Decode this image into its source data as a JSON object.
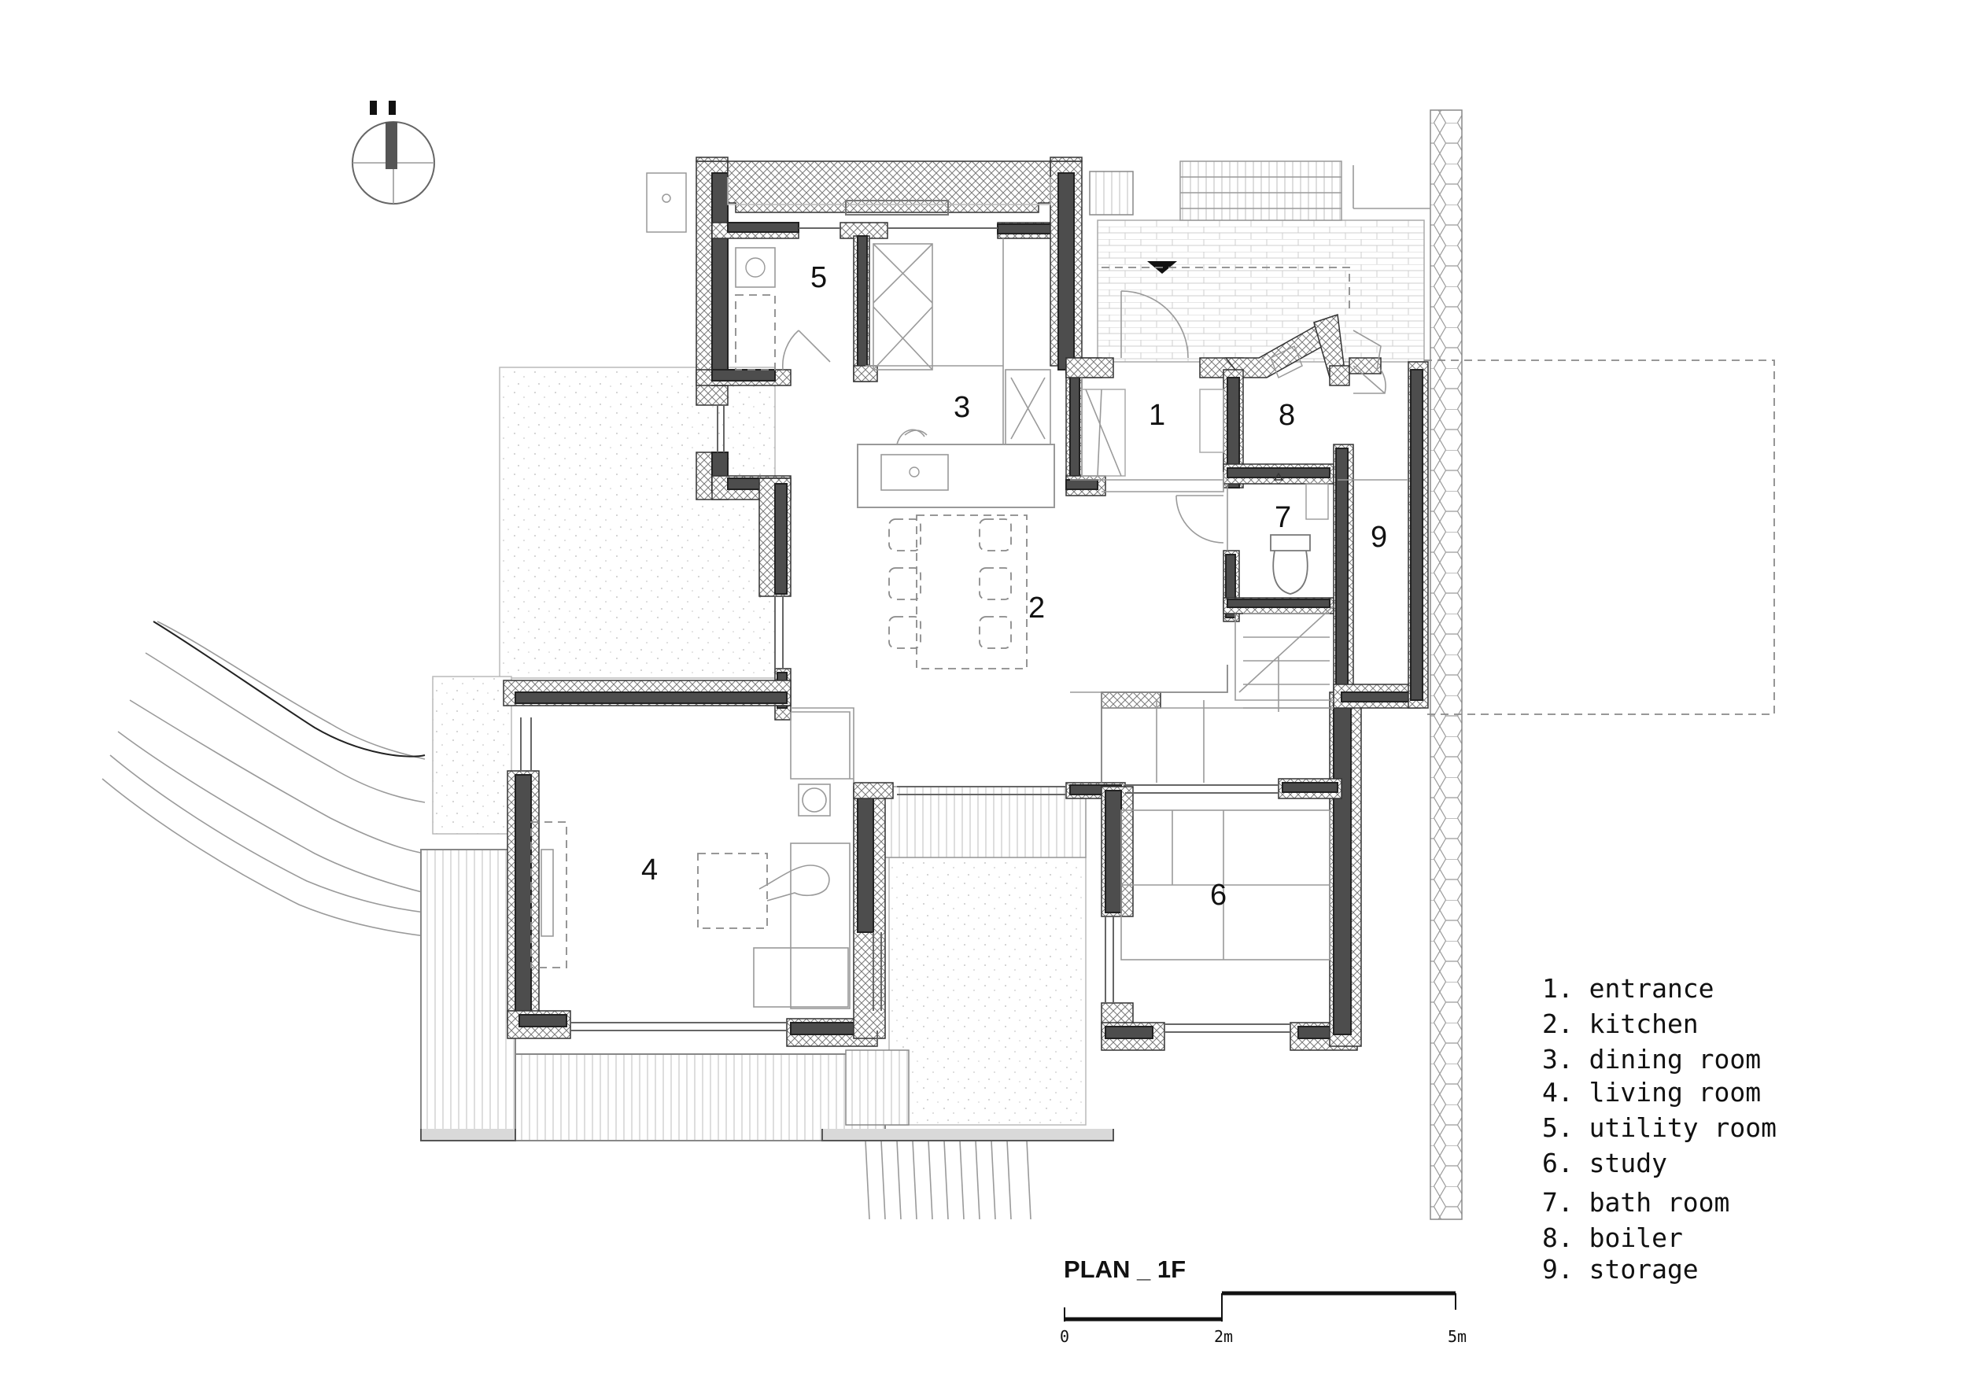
{
  "rooms": [
    {
      "num": "1"
    },
    {
      "num": "2"
    },
    {
      "num": "3"
    },
    {
      "num": "4"
    },
    {
      "num": "5"
    },
    {
      "num": "6"
    },
    {
      "num": "7"
    },
    {
      "num": "8"
    },
    {
      "num": "9"
    }
  ],
  "legend": [
    "1. entrance",
    "2. kitchen",
    "3. dining room",
    "4. living room",
    "5. utility room",
    "6. study",
    "7. bath room",
    "8. boiler",
    "9. storage"
  ],
  "title": "PLAN _ 1F",
  "scale": {
    "labels": [
      "0",
      "2m",
      "5m"
    ]
  },
  "north_arrow": {
    "icon": "north-arrow-icon"
  },
  "colors": {
    "wall": "#4d4d4d",
    "line": "#9a9a9a",
    "text": "#111111"
  }
}
